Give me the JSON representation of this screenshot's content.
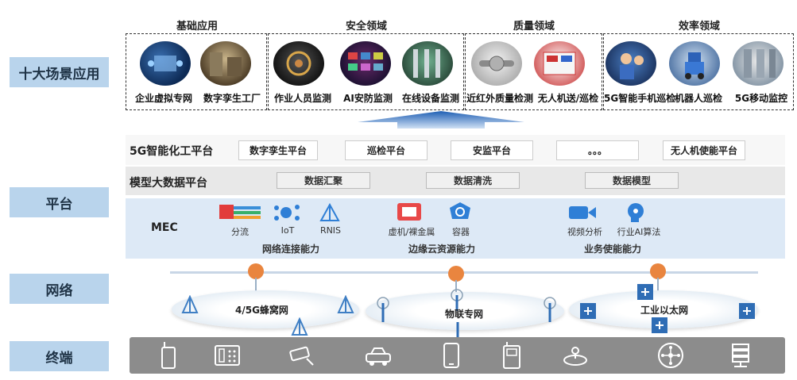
{
  "layers": {
    "scenes": "十大场景应用",
    "platform": "平台",
    "network": "网络",
    "terminal": "终端"
  },
  "categories": [
    {
      "title": "基础应用",
      "items": [
        "企业虚拟专网",
        "数字孪生工厂"
      ]
    },
    {
      "title": "安全领域",
      "items": [
        "作业人员监测",
        "AI安防监测",
        "在线设备监测"
      ]
    },
    {
      "title": "质量领域",
      "items": [
        "近红外质量检测",
        "无人机送/巡检"
      ]
    },
    {
      "title": "效率领域",
      "items": [
        "5G智能手机巡检",
        "机器人巡检",
        "5G移动监控"
      ]
    }
  ],
  "platform5g": {
    "title": "5G智能化工平台",
    "boxes": [
      "数字孪生平台",
      "巡检平台",
      "安监平台",
      "。。。",
      "无人机使能平台"
    ]
  },
  "bigdata": {
    "title": "模型大数据平台",
    "boxes": [
      "数据汇聚",
      "数据清洗",
      "数据模型"
    ]
  },
  "mec": {
    "title": "MEC",
    "groups": [
      {
        "label": "网络连接能力",
        "icons": [
          "分流",
          "IoT",
          "RNIS"
        ]
      },
      {
        "label": "边缘云资源能力",
        "icons": [
          "虚机/裸金属",
          "容器"
        ]
      },
      {
        "label": "业务使能能力",
        "icons": [
          "视频分析",
          "行业AI算法"
        ]
      }
    ]
  },
  "networks": [
    "4/5G蜂窝网",
    "物联专网",
    "工业以太网"
  ],
  "terminals": [
    "walkie-talkie-icon",
    "industrial-phone-icon",
    "cctv-camera-icon",
    "vehicle-icon",
    "smartphone-icon",
    "explosion-proof-phone-icon",
    "sensor-icon",
    "iot-hub-icon",
    "server-icon"
  ],
  "colors": {
    "layer_label_bg": "#b9d4ec",
    "node_dot": "#e9853f",
    "arrow": "#2f6db5",
    "mec_bg": "#dde9f6",
    "terminal_bar": "#8c8c8c"
  }
}
